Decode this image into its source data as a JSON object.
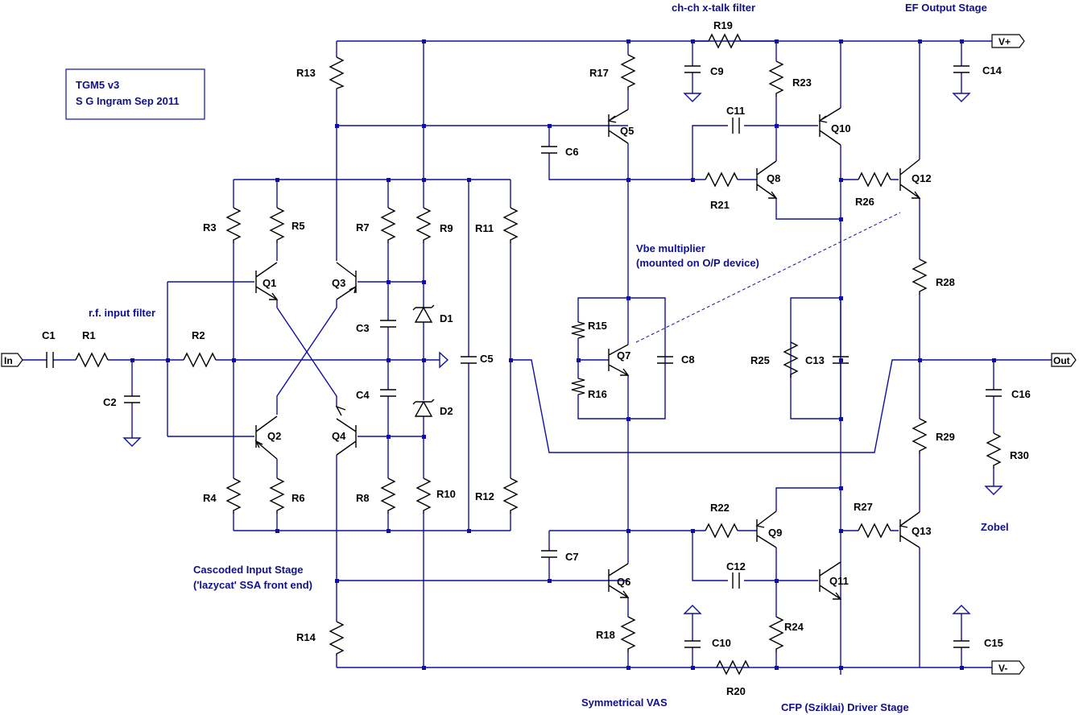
{
  "title_block": {
    "line1": "TGM5 v3",
    "line2": "S G Ingram  Sep 2011"
  },
  "ports": {
    "input": "In",
    "output": "Out",
    "vplus": "V+",
    "vminus": "V-"
  },
  "notes": {
    "rf_filter": "r.f. input filter",
    "crosstalk": "ch-ch x-talk filter",
    "ef_output": "EF Output Stage",
    "vbe_line1": "Vbe multiplier",
    "vbe_line2": "(mounted on O/P device)",
    "input_stage_line1": "Cascoded Input Stage",
    "input_stage_line2": "('lazycat' SSA front end)",
    "vas": "Symmetrical VAS",
    "driver": "CFP (Sziklai) Driver Stage",
    "zobel": "Zobel"
  },
  "components": {
    "C1": "C1",
    "R1": "R1",
    "C2": "C2",
    "R2": "R2",
    "R3": "R3",
    "R4": "R4",
    "R5": "R5",
    "R6": "R6",
    "R7": "R7",
    "R8": "R8",
    "R9": "R9",
    "R10": "R10",
    "R11": "R11",
    "R12": "R12",
    "R13": "R13",
    "R14": "R14",
    "R15": "R15",
    "R16": "R16",
    "R17": "R17",
    "R18": "R18",
    "R19": "R19",
    "R20": "R20",
    "R21": "R21",
    "R22": "R22",
    "R23": "R23",
    "R24": "R24",
    "R25": "R25",
    "R26": "R26",
    "R27": "R27",
    "R28": "R28",
    "R29": "R29",
    "R30": "R30",
    "C3": "C3",
    "C4": "C4",
    "C5": "C5",
    "C6": "C6",
    "C7": "C7",
    "C8": "C8",
    "C9": "C9",
    "C10": "C10",
    "C11": "C11",
    "C12": "C12",
    "C13": "C13",
    "C14": "C14",
    "C15": "C15",
    "C16": "C16",
    "D1": "D1",
    "D2": "D2",
    "Q1": "Q1",
    "Q2": "Q2",
    "Q3": "Q3",
    "Q4": "Q4",
    "Q5": "Q5",
    "Q6": "Q6",
    "Q7": "Q7",
    "Q8": "Q8",
    "Q9": "Q9",
    "Q10": "Q10",
    "Q11": "Q11",
    "Q12": "Q12",
    "Q13": "Q13"
  }
}
